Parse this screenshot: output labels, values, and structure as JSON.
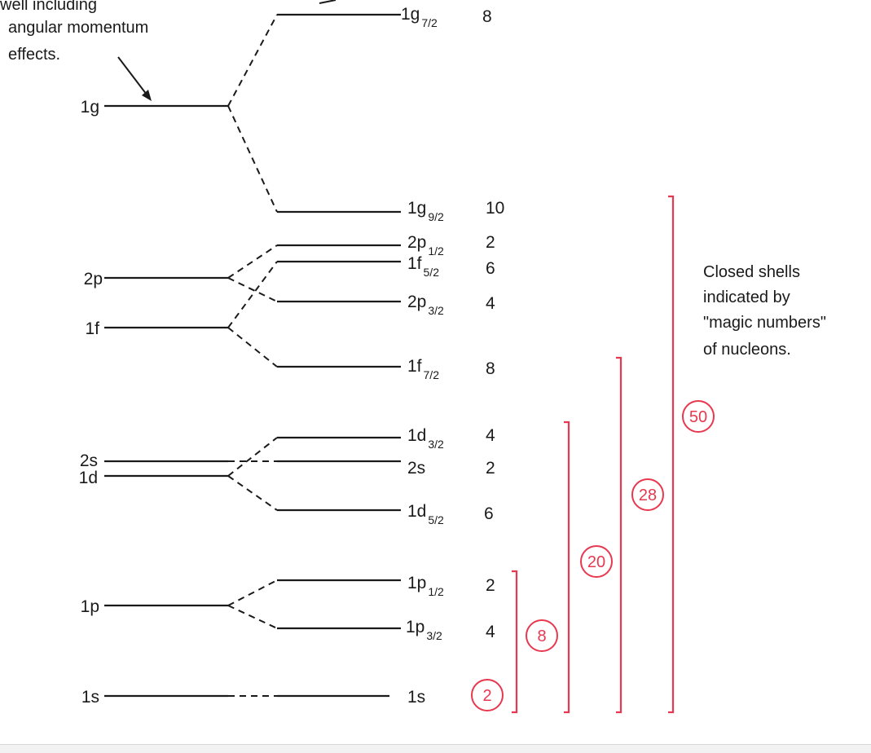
{
  "note_top_lines": [
    "well including",
    "angular momentum",
    "effects."
  ],
  "note_right_lines": [
    "Closed shells",
    "indicated by",
    "\"magic numbers\"",
    "of nucleons."
  ],
  "left_levels": [
    {
      "name": "1g"
    },
    {
      "name": "2p"
    },
    {
      "name": "1f"
    },
    {
      "name": "2s"
    },
    {
      "name": "1d"
    },
    {
      "name": "1p"
    },
    {
      "name": "1s"
    }
  ],
  "split_levels": [
    {
      "base": "1g",
      "sub": "7/2",
      "degeneracy": "8"
    },
    {
      "base": "1g",
      "sub": "9/2",
      "degeneracy": "10"
    },
    {
      "base": "2p",
      "sub": "1/2",
      "degeneracy": "2"
    },
    {
      "base": "1f",
      "sub": "5/2",
      "degeneracy": "6"
    },
    {
      "base": "2p",
      "sub": "3/2",
      "degeneracy": "4"
    },
    {
      "base": "1f",
      "sub": "7/2",
      "degeneracy": "8"
    },
    {
      "base": "1d",
      "sub": "3/2",
      "degeneracy": "4"
    },
    {
      "base": "2s",
      "sub": "",
      "degeneracy": "2"
    },
    {
      "base": "1d",
      "sub": "5/2",
      "degeneracy": "6"
    },
    {
      "base": "1p",
      "sub": "1/2",
      "degeneracy": "2"
    },
    {
      "base": "1p",
      "sub": "3/2",
      "degeneracy": "4"
    },
    {
      "base": "1s",
      "sub": "",
      "degeneracy": ""
    }
  ],
  "magic_numbers": [
    "2",
    "8",
    "20",
    "28",
    "50"
  ],
  "icons": {
    "arrow": "arrow-icon"
  }
}
